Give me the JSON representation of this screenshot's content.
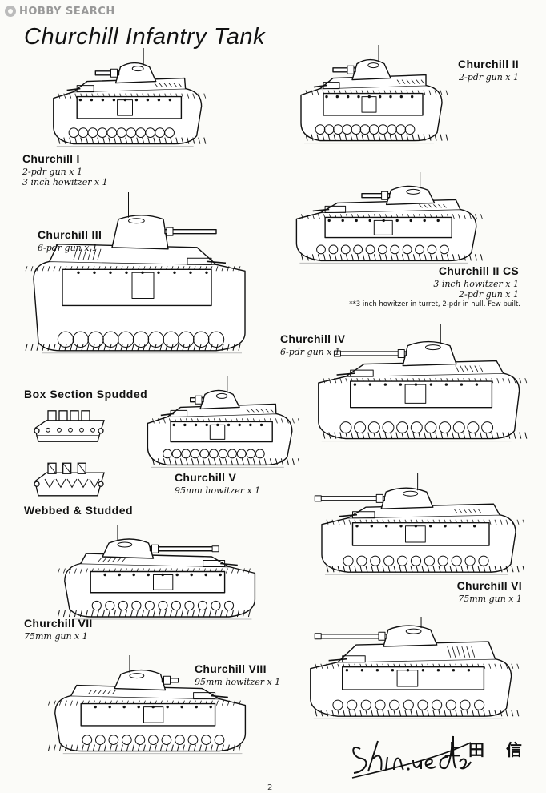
{
  "watermark": {
    "text": "HOBBY SEARCH"
  },
  "title": "Churchill Infantry Tank",
  "tanks": [
    {
      "id": "mk1",
      "name": "Churchill I",
      "specs": [
        "2-pdr gun x 1",
        "3 inch howitzer x 1"
      ]
    },
    {
      "id": "mk2",
      "name": "Churchill II",
      "specs": [
        "2-pdr gun x 1"
      ]
    },
    {
      "id": "mk3",
      "name": "Churchill III",
      "specs": [
        "6-pdr gun x 1"
      ]
    },
    {
      "id": "mk2cs",
      "name": "Churchill II CS",
      "specs": [
        "3 inch howitzer x 1",
        "2-pdr gun x 1"
      ],
      "note": "**3 inch howitzer in turret, 2-pdr in hull. Few built."
    },
    {
      "id": "mk4",
      "name": "Churchill IV",
      "specs": [
        "6-pdr gun x 1"
      ]
    },
    {
      "id": "mk5",
      "name": "Churchill V",
      "specs": [
        "95mm howitzer x 1"
      ]
    },
    {
      "id": "mk6",
      "name": "Churchill VI",
      "specs": [
        "75mm gun x 1"
      ]
    },
    {
      "id": "mk7",
      "name": "Churchill VII",
      "specs": [
        "75mm gun x 1"
      ]
    },
    {
      "id": "mk8",
      "name": "Churchill VIII",
      "specs": [
        "95mm howitzer x 1"
      ]
    }
  ],
  "tracks": [
    {
      "id": "box",
      "label": "Box Section Spudded"
    },
    {
      "id": "webbed",
      "label": "Webbed & Studded"
    }
  ],
  "signature": {
    "script": "Shin.ueda",
    "kanji": "上田 信"
  },
  "page_number": "2"
}
